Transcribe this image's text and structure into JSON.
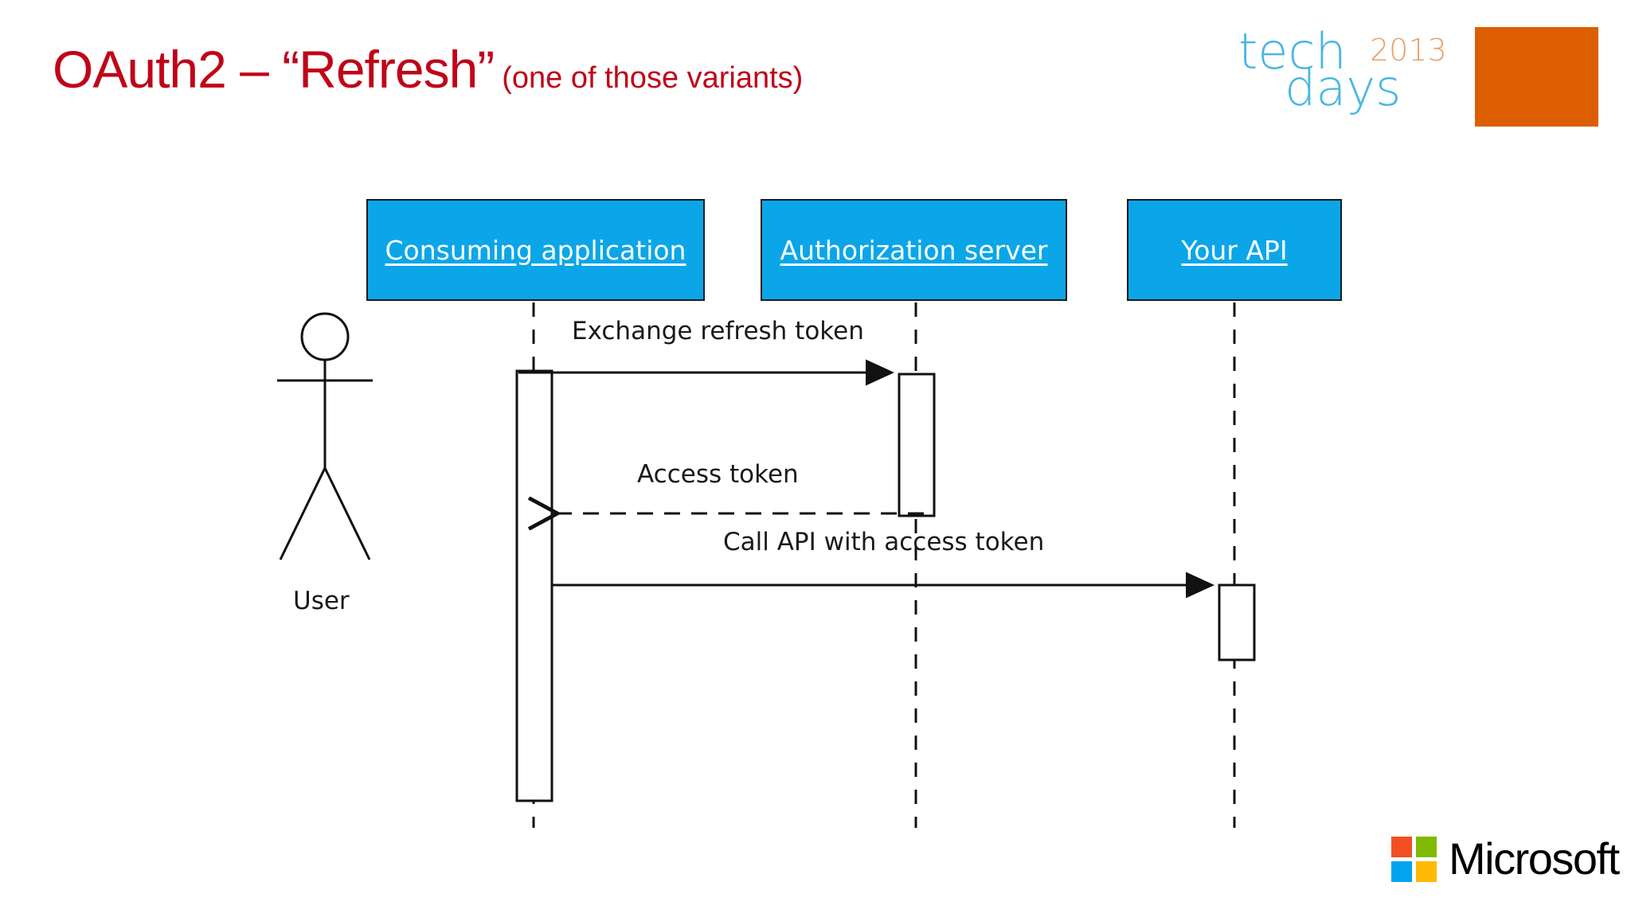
{
  "slide": {
    "title_main": "OAuth2 – “Refresh”",
    "title_sub": "(one of those variants)",
    "title_color": "#C00418",
    "background": "#FFFFFF"
  },
  "techdays_logo": {
    "word_tech": "tech",
    "word_days": "days",
    "year": "2013",
    "tech_color": "#49B6E4",
    "year_color": "#E8A06B",
    "square_color": "#DD5E00"
  },
  "microsoft_logo": {
    "wordmark": "Microsoft",
    "square_colors": {
      "top_left": "#F25022",
      "top_right": "#7FBA00",
      "bottom_left": "#00A4EF",
      "bottom_right": "#FFB900"
    }
  },
  "diagram": {
    "type": "uml-sequence-diagram",
    "actor": {
      "label": "User"
    },
    "participants": [
      {
        "id": "consuming-application",
        "label": "Consuming application",
        "box_color": "#0BA6E8",
        "text_color": "#FFFFFF"
      },
      {
        "id": "authorization-server",
        "label": "Authorization server",
        "box_color": "#0BA6E8",
        "text_color": "#FFFFFF"
      },
      {
        "id": "your-api",
        "label": "Your API",
        "box_color": "#0BA6E8",
        "text_color": "#FFFFFF"
      }
    ],
    "messages": [
      {
        "id": "exchange-refresh-token",
        "label": "Exchange refresh token",
        "from": "consuming-application",
        "to": "authorization-server",
        "style": "solid",
        "arrowhead": "filled"
      },
      {
        "id": "access-token",
        "label": "Access token",
        "from": "authorization-server",
        "to": "consuming-application",
        "style": "dashed",
        "arrowhead": "open"
      },
      {
        "id": "call-api-access-token",
        "label": "Call API with access token",
        "from": "consuming-application",
        "to": "your-api",
        "style": "solid",
        "arrowhead": "filled"
      }
    ]
  }
}
